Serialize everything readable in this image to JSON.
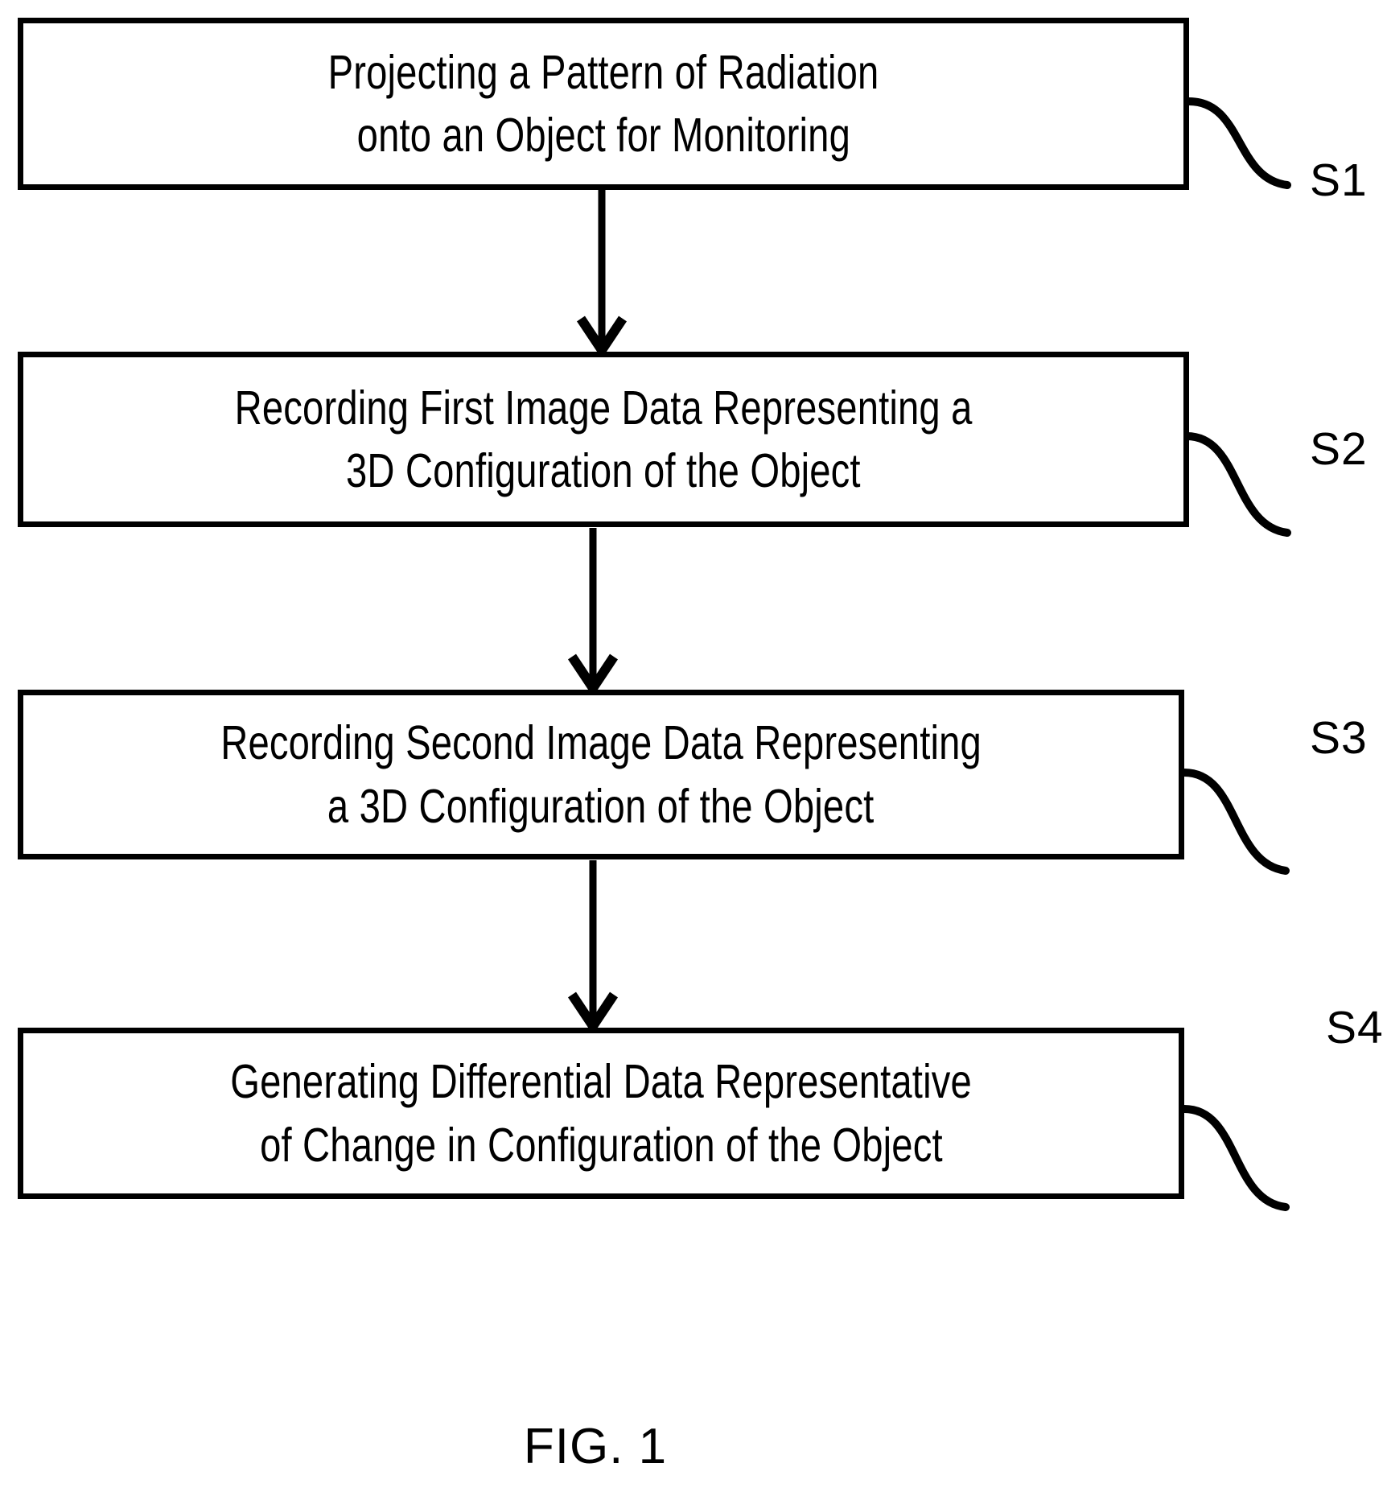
{
  "figure": {
    "caption": "FIG. 1",
    "type": "process-flowchart"
  },
  "flowchart": {
    "steps": [
      {
        "ref": "S1",
        "line1": "Projecting a Pattern of Radiation",
        "line2": "onto an Object for Monitoring"
      },
      {
        "ref": "S2",
        "line1": "Recording First Image Data Representing a",
        "line2": "3D Configuration of the Object"
      },
      {
        "ref": "S3",
        "line1": "Recording Second Image Data Representing",
        "line2": "a 3D Configuration of the Object"
      },
      {
        "ref": "S4",
        "line1": "Generating Differential Data Representative",
        "line2": "of Change in Configuration of the Object"
      }
    ],
    "connectors": [
      {
        "from": "S1",
        "to": "S2",
        "style": "down-arrow"
      },
      {
        "from": "S2",
        "to": "S3",
        "style": "down-arrow"
      },
      {
        "from": "S3",
        "to": "S4",
        "style": "down-arrow"
      }
    ],
    "colors": {
      "stroke": "#000000",
      "fill": "#ffffff",
      "text": "#000000"
    }
  }
}
